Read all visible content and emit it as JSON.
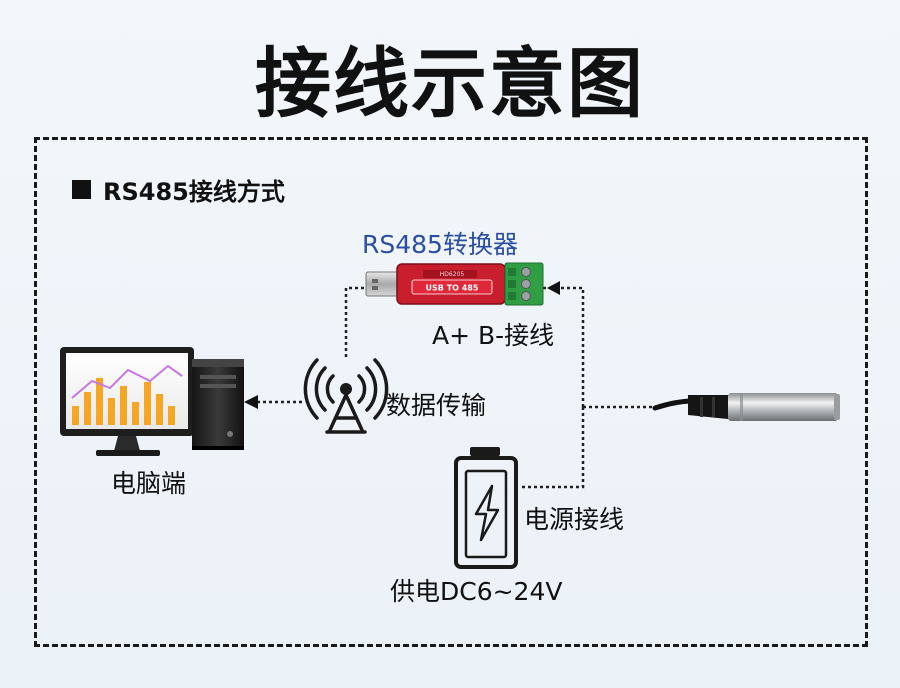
{
  "title": "接线示意图",
  "section": {
    "title": "RS485接线方式"
  },
  "converter": {
    "label": "RS485转换器",
    "badge": "USB TO 485",
    "model": "HD6205"
  },
  "labels": {
    "ab_wiring": "A+ B-接线",
    "data_transfer": "数据传输",
    "pc": "电脑端",
    "power_wiring": "电源接线",
    "power_supply": "供电DC6~24V"
  },
  "colors": {
    "converter_label": "#2b4ea0",
    "converter_body": "#c81e2e",
    "terminal": "#2f9e44",
    "chart_bar": "#f5a623",
    "chart_line": "#c678dd"
  }
}
